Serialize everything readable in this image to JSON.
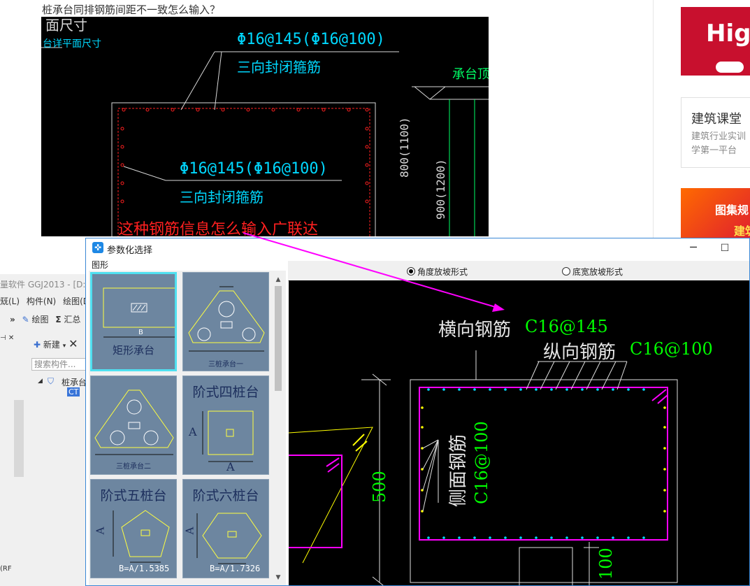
{
  "question": {
    "title": "桩承台同排钢筋间距不一致怎么输入？"
  },
  "cad_top": {
    "label_top": "面尺寸",
    "label_plan": "台详平面尺寸",
    "rebar1": "Φ16@145(Φ16@100)",
    "stirrup1": "三向封闭箍筋",
    "rebar2": "Φ16@145(Φ16@100)",
    "stirrup2": "三向封闭箍筋",
    "elev_label": "承台顶标",
    "dim1": "800(1100)",
    "dim2": "900(1200)",
    "annotation": "这种钢筋信息怎么输入广联达"
  },
  "ads": {
    "ad1_text": "High",
    "card_title": "建筑课堂",
    "card_desc": "建筑行业实训学第一平台",
    "ad2_line1": "图集规",
    "ad2_line2": "建筑"
  },
  "bg_app": {
    "title": "量软件 GGJ2013 - [D:",
    "menu": [
      "兓(L)",
      "构件(N)",
      "绘图(D)"
    ],
    "toolbar": {
      "draw": "绘图",
      "sum": "汇总"
    },
    "new_label": "新建",
    "search_placeholder": "搜索构件...",
    "tree_node": "桩承台",
    "tree_child": "CT",
    "rf_text": "(RF"
  },
  "dialog": {
    "title": "参数化选择",
    "group_label": "图形",
    "radio_angle": "角度放坡形式",
    "radio_width": "底宽放坡形式",
    "thumbnails": [
      {
        "caption": "矩形承台",
        "dim": "B"
      },
      {
        "caption": "三桩承台一"
      },
      {
        "caption": "三桩承台二"
      },
      {
        "caption": "阶式四桩台",
        "dim": "A"
      },
      {
        "caption": "阶式五桩台",
        "formula": "B=A/1.5385",
        "dim": "A"
      },
      {
        "caption": "阶式六桩台",
        "formula": "B=A/1.7326",
        "dim": "A"
      }
    ],
    "cad": {
      "horizontal_label": "横向钢筋",
      "horizontal_value": "C16@145",
      "longitudinal_label": "纵向钢筋",
      "longitudinal_value": "C16@100",
      "side_label": "侧面钢筋",
      "side_value": "C16@100",
      "dim_height": "500",
      "dim_bottom": "100"
    }
  },
  "colors": {
    "cad_bg": "#000000",
    "magenta": "#ff00ff",
    "green": "#00ff00",
    "cyan": "#00c8ff",
    "yellow": "#ffff00",
    "red": "#ff2020"
  }
}
